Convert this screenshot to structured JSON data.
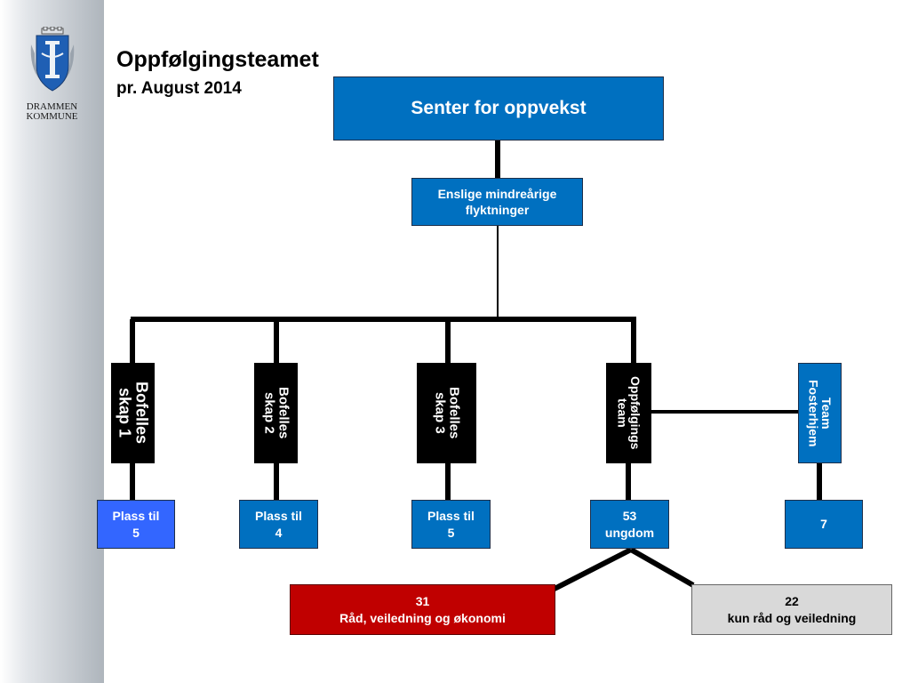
{
  "logo": {
    "icon": "coat-of-arms-icon",
    "line1": "DRAMMEN",
    "line2": "KOMMUNE"
  },
  "header": {
    "title": "Oppfølgingsteamet",
    "subtitle": "pr. August 2014"
  },
  "chart": {
    "top": "Senter for oppvekst",
    "level2": "Enslige mindreårige\nflyktninger",
    "units": [
      {
        "name": "Bofelles\nskap 1",
        "capacity": "Plass til\n5"
      },
      {
        "name": "Bofelles\nskap 2",
        "capacity": "Plass til\n4"
      },
      {
        "name": "Bofelles\nskap 3",
        "capacity": "Plass til\n5"
      },
      {
        "name": "Oppfølgings\nteam",
        "capacity": "53\nungdom"
      },
      {
        "name": "Team\nFosterhjem",
        "capacity": "7"
      }
    ],
    "split": [
      {
        "label": "31\nRåd, veiledning og økonomi",
        "color": "#c00000"
      },
      {
        "label": "22\nkun råd og veiledning",
        "color": "#d9d9d9"
      }
    ]
  },
  "colors": {
    "blue": "#0070c0",
    "bright_blue": "#3366ff",
    "red": "#c00000",
    "grey": "#d9d9d9"
  }
}
